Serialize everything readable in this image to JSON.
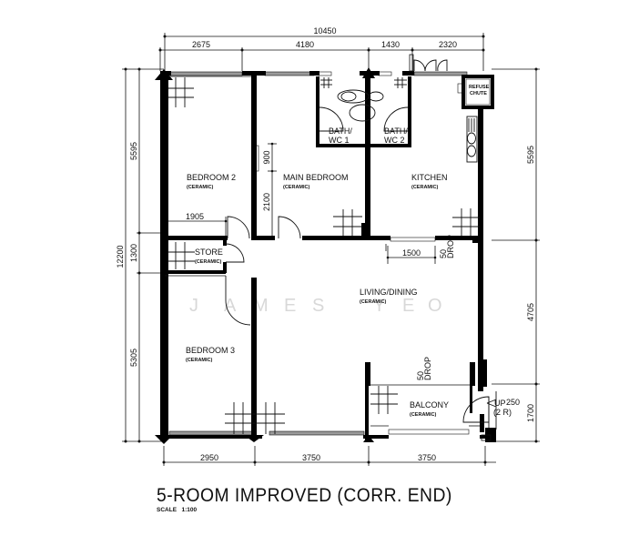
{
  "plan": {
    "title": "5-ROOM IMPROVED (CORR. END)",
    "scale_label": "SCALE",
    "scale_value": "1:100",
    "watermark": [
      "J",
      "A",
      "M",
      "E",
      "S",
      "",
      "Y",
      "E",
      "O"
    ],
    "colors": {
      "wall": "#000000",
      "window": "#9a9a9a",
      "line": "#111111",
      "watermark": "#d8d8d8"
    }
  },
  "dimensions": {
    "top_overall": "10450",
    "top": [
      "2675",
      "4180",
      "1430",
      "2320"
    ],
    "bottom": [
      "2950",
      "3750",
      "3750"
    ],
    "left_overall": "12200",
    "left": [
      "5595",
      "1300",
      "5305"
    ],
    "right": [
      "5595",
      "4705",
      "1700"
    ],
    "wardrobe_upper": "900",
    "wardrobe_lower": "2100",
    "bedroom2_wall": "1905",
    "kitchen_opening": "1500",
    "kitchen_drop_value": "50",
    "kitchen_drop_label": "DROP",
    "balcony_drop_value": "50",
    "balcony_drop_label": "DROP",
    "step_up_label": "UP",
    "step_up_value": "250",
    "step_up_note": "(2 R)"
  },
  "rooms": {
    "bedroom2": {
      "name": "BEDROOM 2",
      "floor": "(CERAMIC)"
    },
    "main_bedroom": {
      "name": "MAIN BEDROOM",
      "floor": "(CERAMIC)"
    },
    "bath1": {
      "line1": "BATH/",
      "line2": "WC 1"
    },
    "bath2": {
      "line1": "BATH/",
      "line2": "WC 2"
    },
    "refuse": {
      "line1": "REFUSE",
      "line2": "CHUTE"
    },
    "kitchen": {
      "name": "KITCHEN",
      "floor": "(CERAMIC)"
    },
    "store": {
      "name": "STORE",
      "floor": "(CERAMIC)"
    },
    "living": {
      "name": "LIVING/DINING",
      "floor": "(CERAMIC)"
    },
    "bedroom3": {
      "name": "BEDROOM 3",
      "floor": "(CERAMIC)"
    },
    "balcony": {
      "name": "BALCONY",
      "floor": "(CERAMIC)"
    }
  }
}
